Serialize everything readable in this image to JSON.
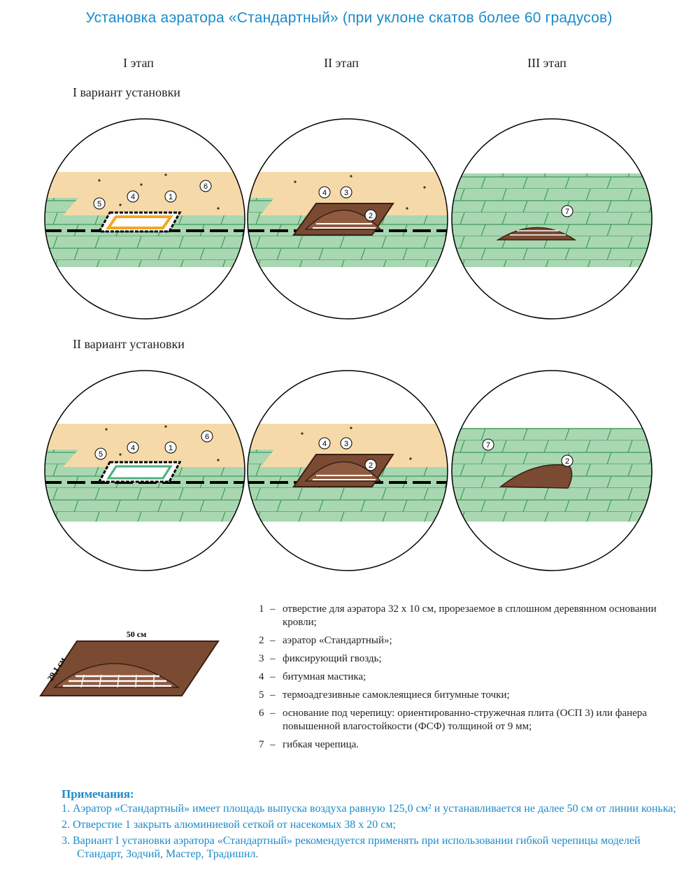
{
  "title": "Установка аэратора «Стандартный» (при уклоне скатов более 60 градусов)",
  "stages": [
    "I этап",
    "II этап",
    "III этап"
  ],
  "variants": [
    "I вариант установки",
    "II вариант установки"
  ],
  "callouts": {
    "c1": "1",
    "c2": "2",
    "c3": "3",
    "c4": "4",
    "c5": "5",
    "c6": "6",
    "c7": "7"
  },
  "aerator_dims": {
    "width": "50 см",
    "depth": "29,1 см"
  },
  "legend": [
    {
      "num": "1",
      "dash": "–",
      "text": "отверстие для аэратора 32 x 10 см, прорезаемое в сплошном деревянном основании кровли;"
    },
    {
      "num": "2",
      "dash": "–",
      "text": "аэратор «Стандартный»;"
    },
    {
      "num": "3",
      "dash": "–",
      "text": "фиксирующий гвоздь;"
    },
    {
      "num": "4",
      "dash": "–",
      "text": "битумная мастика;"
    },
    {
      "num": "5",
      "dash": "–",
      "text": "термоадгезивные самоклеящиеся битумные точки;"
    },
    {
      "num": "6",
      "dash": "–",
      "text": "основание под черепицу: ориентированно-стружечная плита (ОСП 3) или фанера повышенной влагостойкости (ФСФ) толщиной от 9 мм;"
    },
    {
      "num": "7",
      "dash": "–",
      "text": "гибкая черепица."
    }
  ],
  "notes": {
    "title": "Примечания:",
    "items": [
      "1. Аэратор «Стандартный» имеет площадь выпуска воздуха равную 125,0 см² и устанавливается не далее 50 см от линии конька;",
      "2. Отверстие 1 закрыть алюминиевой сеткой от насекомых 38 x 20 см;",
      "3. Вариант I установки аэратора «Стандартный» рекомендуется применять при использовании гибкой черепицы моделей Стандарт, Зодчий, Мастер, Традишнл."
    ]
  },
  "colors": {
    "title": "#1a8bc9",
    "osb": "#f6d9a8",
    "shingle": "#a9d7b2",
    "shingle_line": "#3e9c5a",
    "aerator": "#7a4a33",
    "mastic": "#f5a623"
  }
}
